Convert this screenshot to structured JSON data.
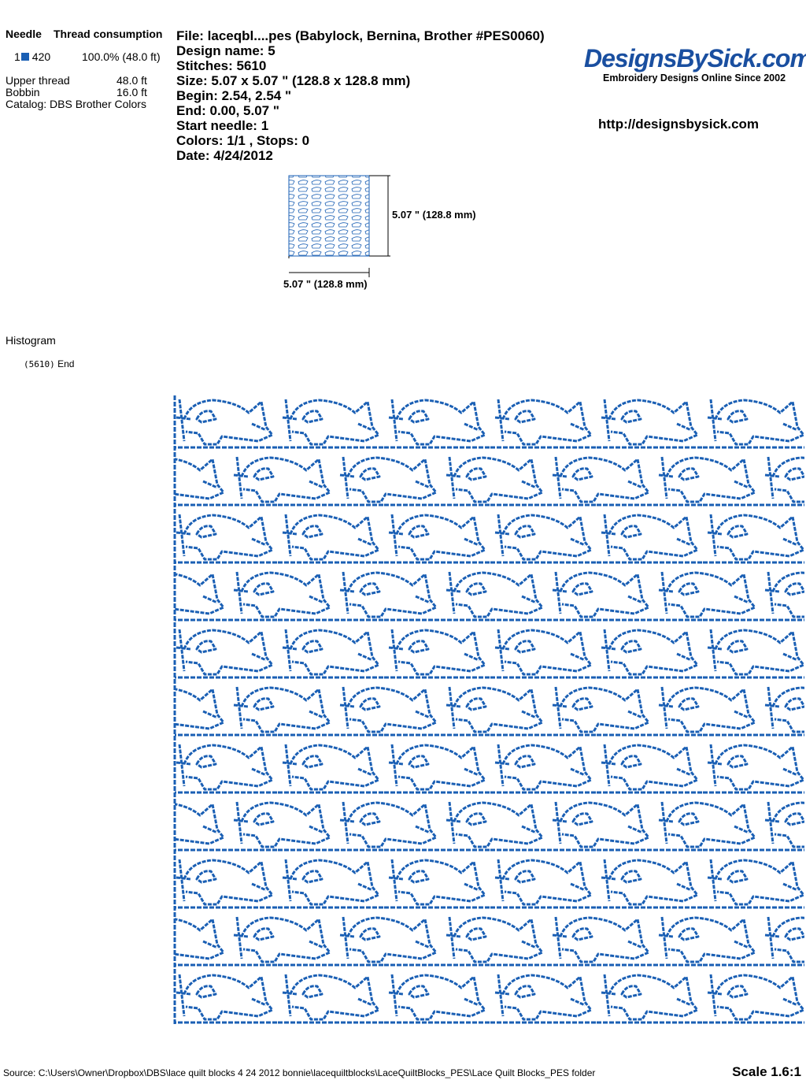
{
  "thread_table": {
    "headers": [
      "Needle",
      "Thread consumption"
    ],
    "rows": [
      {
        "needle": "1",
        "code": "420",
        "consumption": "100.0% (48.0 ft)",
        "color": "#1a5fb4"
      }
    ],
    "upper_label": "Upper thread",
    "upper_value": "48.0 ft",
    "bobbin_label": "Bobbin",
    "bobbin_value": "16.0 ft",
    "catalog": "Catalog: DBS Brother Colors"
  },
  "info": [
    "File: laceqbl....pes  (Babylock, Bernina, Brother #PES0060)",
    "Design name: 5",
    "Stitches: 5610",
    "Size: 5.07 x 5.07 \" (128.8 x 128.8 mm)",
    "Begin: 2.54, 2.54 \"",
    "End: 0.00, 5.07 \"",
    "Start needle: 1",
    "Colors: 1/1 , Stops: 0",
    "Date: 4/24/2012"
  ],
  "logo": {
    "name": "DesignsBySick.com",
    "tagline": "Embroidery Designs Online Since 2002",
    "url": "http://designsbysick.com"
  },
  "preview": {
    "height_label": "5.07 \" (128.8 mm)",
    "width_label": "5.07 \" (128.8 mm)"
  },
  "histogram": {
    "title": "Histogram",
    "entries": [
      {
        "count": "(5610)",
        "label": "End"
      }
    ]
  },
  "footer": {
    "source": "Source: C:\\Users\\Owner\\Dropbox\\DBS\\lace quilt blocks  4 24 2012  bonnie\\lacequiltblocks\\LaceQuiltBlocks_PES\\Lace Quilt Blocks_PES folder",
    "scale": "Scale 1.6:1"
  },
  "colors": {
    "thread": "#1a5fb4"
  }
}
